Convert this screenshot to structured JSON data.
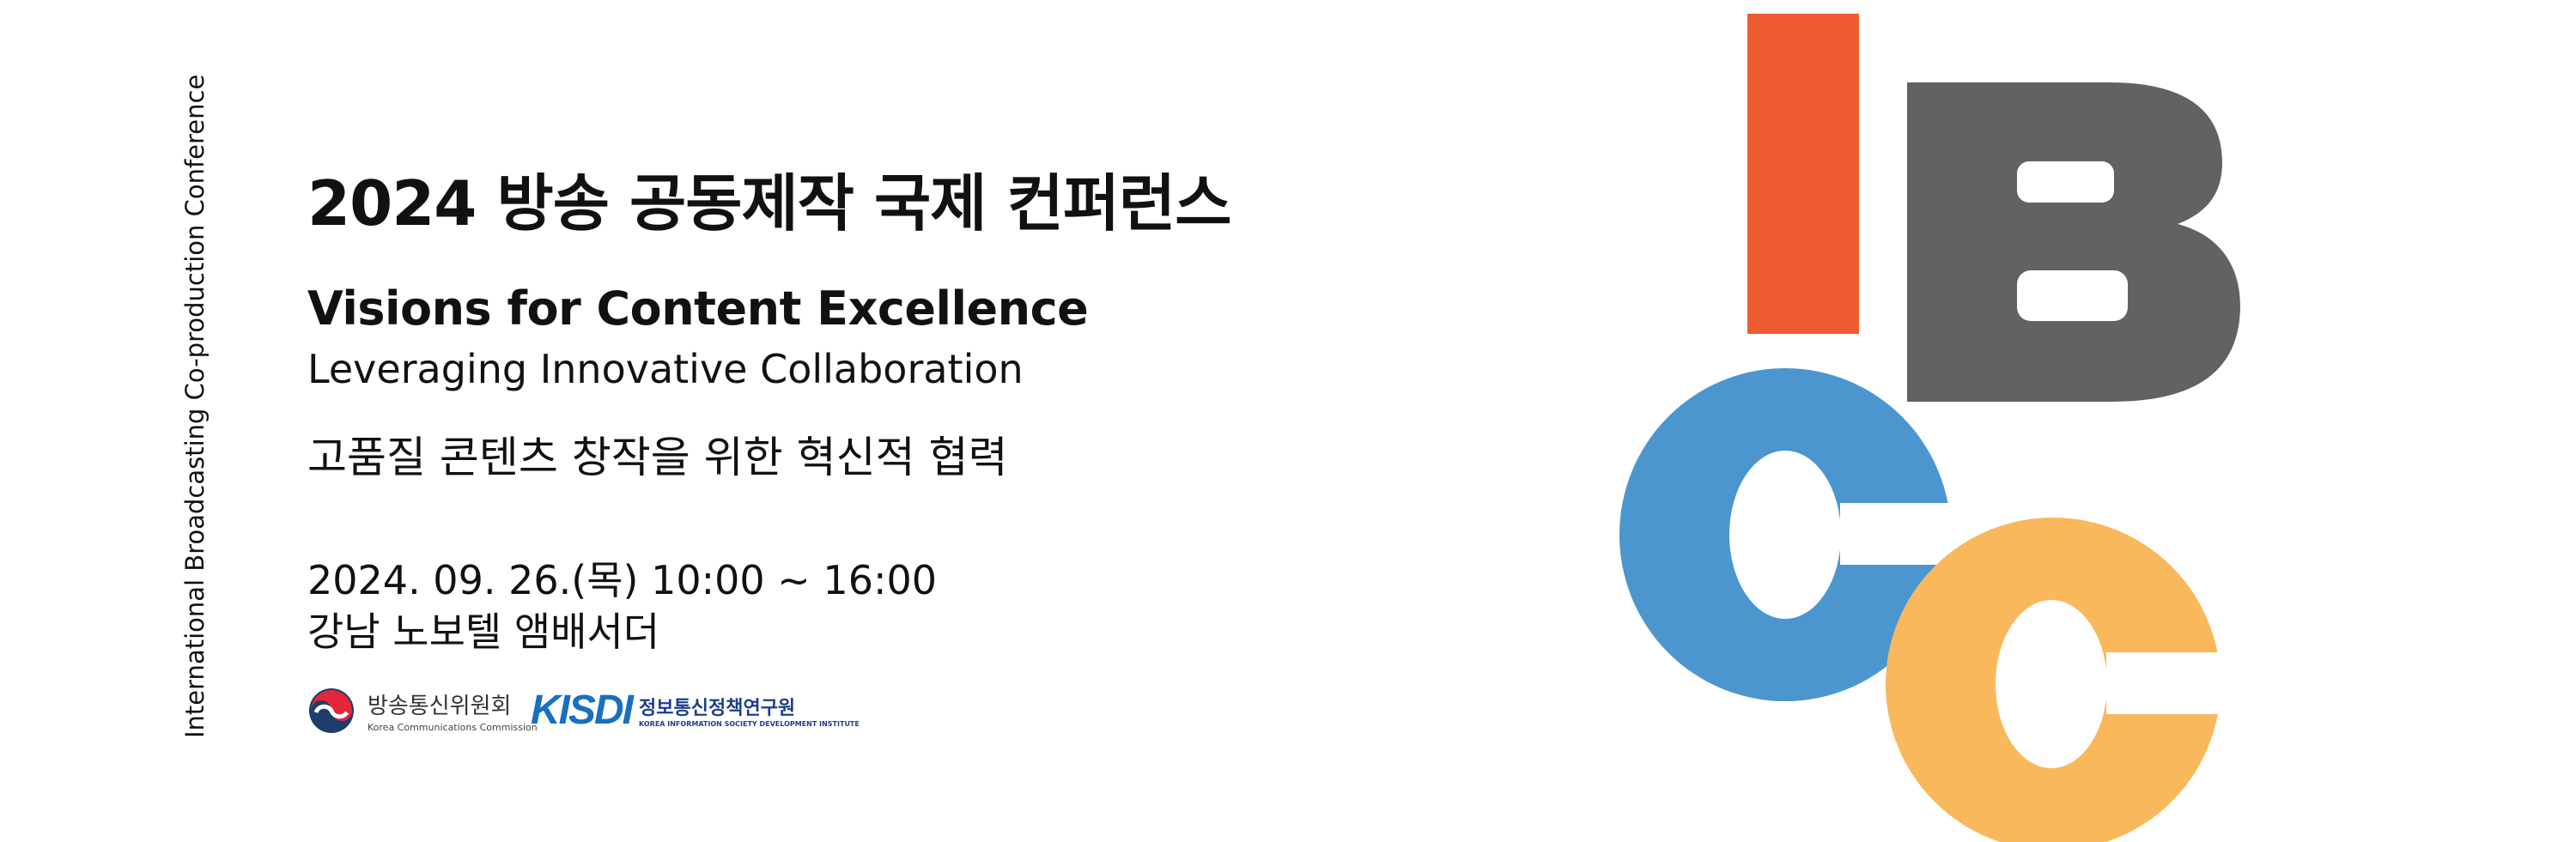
{
  "side_text": "International Broadcasting Co-production Conference",
  "title": "2024 방송 공동제작 국제 컨퍼런스",
  "subtitle_en_1": "Visions for Content Excellence",
  "subtitle_en_2": "Leveraging Innovative Collaboration",
  "subtitle_ko": "고품질 콘텐츠 창작을 위한 혁신적 협력",
  "date": "2024. 09. 26.(목) 10:00 ~ 16:00",
  "venue": "강남 노보텔 앰배서더",
  "organizers": [
    {
      "name_ko": "방송통신위원회",
      "name_en": "Korea Communications Commission"
    },
    {
      "acronym": "KISDI",
      "name_ko": "정보통신정책연구원",
      "name_en": "KOREA INFORMATION SOCIETY DEVELOPMENT INSTITUTE"
    }
  ],
  "logo": {
    "text": "IBCC",
    "colors": {
      "I": "#ef5b30",
      "B": "#616362",
      "C1": "#4b96cf",
      "C2": "#f9b85b"
    }
  }
}
